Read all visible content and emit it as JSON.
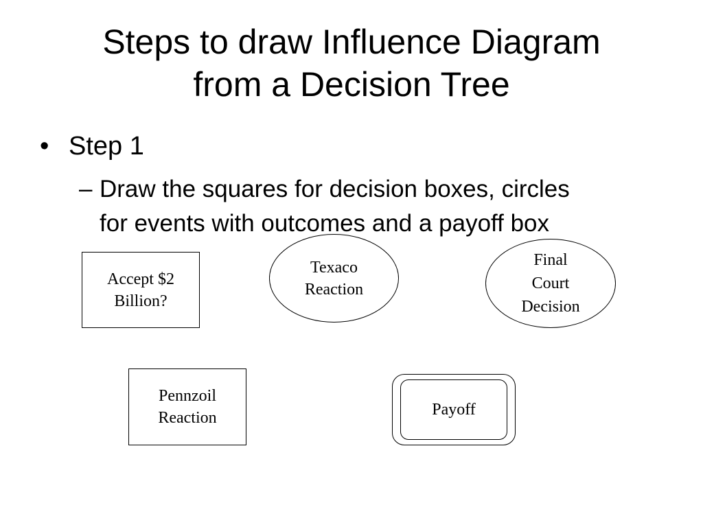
{
  "slide": {
    "title_lines": [
      "Steps to draw Influence Diagram",
      "from a Decision Tree"
    ],
    "bullet": {
      "marker": "•",
      "text": "Step 1",
      "sub_bullet": {
        "marker": "–",
        "lines": [
          "Draw the squares for decision boxes, circles",
          "for events with outcomes and a payoff box"
        ]
      }
    }
  },
  "diagram": {
    "decision_nodes": [
      {
        "lines": [
          "Accept $2",
          "Billion?"
        ]
      },
      {
        "lines": [
          "Pennzoil",
          "Reaction"
        ]
      }
    ],
    "chance_nodes": [
      {
        "lines": [
          "Texaco",
          "Reaction"
        ]
      },
      {
        "lines": [
          "Final",
          "Court",
          "Decision"
        ]
      }
    ],
    "payoff_node": {
      "label": "Payoff"
    }
  }
}
